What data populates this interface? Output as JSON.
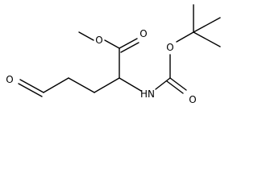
{
  "molecule": {
    "atom_labels": {
      "ester_carbonyl_o": "O",
      "ester_ether_o": "O",
      "carbamate_carbonyl_o": "O",
      "carbamate_ether_o": "O",
      "aldehyde_o": "O",
      "amide_nh": "HN"
    }
  },
  "colors": {
    "bond": "#000000",
    "label": "#000000",
    "background": "#ffffff"
  }
}
